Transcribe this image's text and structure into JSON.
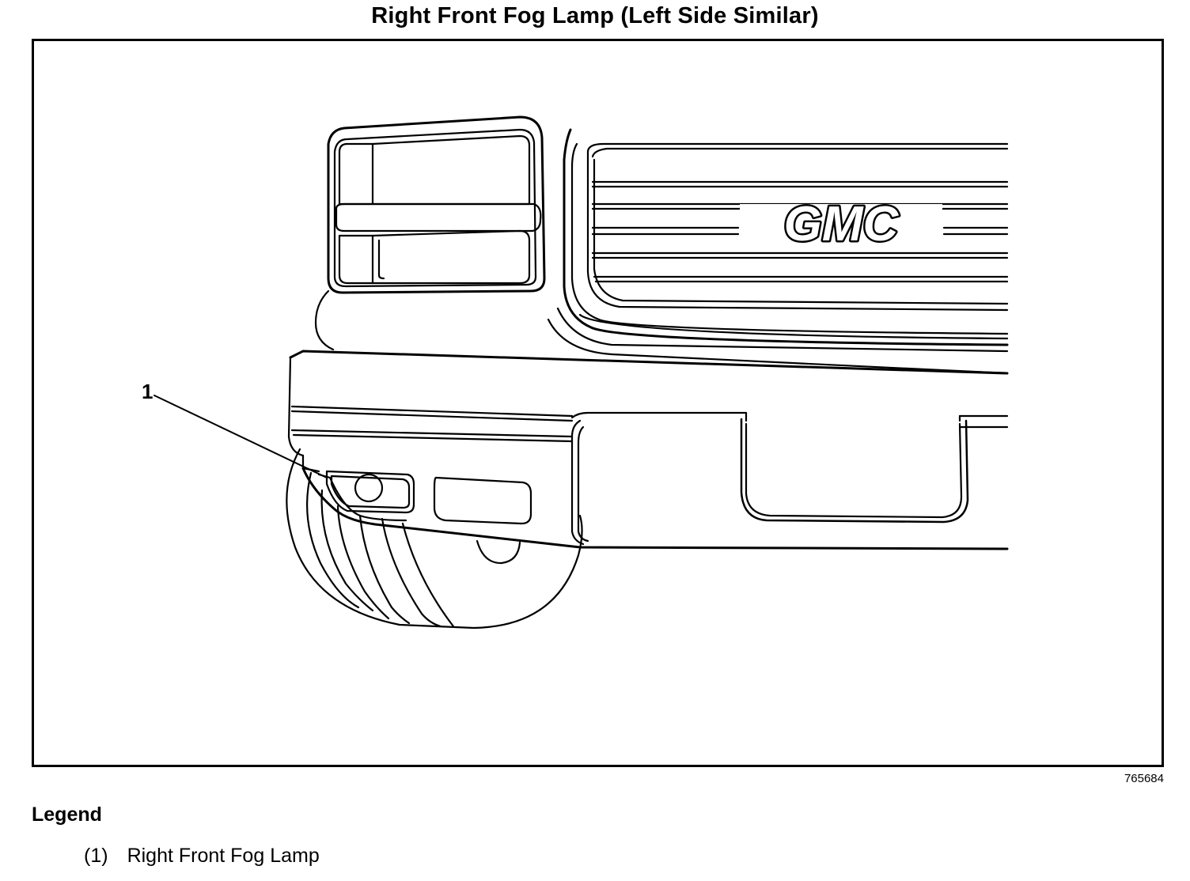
{
  "title": "Right Front Fog Lamp (Left Side Similar)",
  "figure": {
    "callout_label": "1",
    "emblem_text": "GMC",
    "figure_id": "765684"
  },
  "legend": {
    "heading": "Legend",
    "items": [
      {
        "number": "(1)",
        "label": "Right Front Fog Lamp"
      }
    ]
  }
}
